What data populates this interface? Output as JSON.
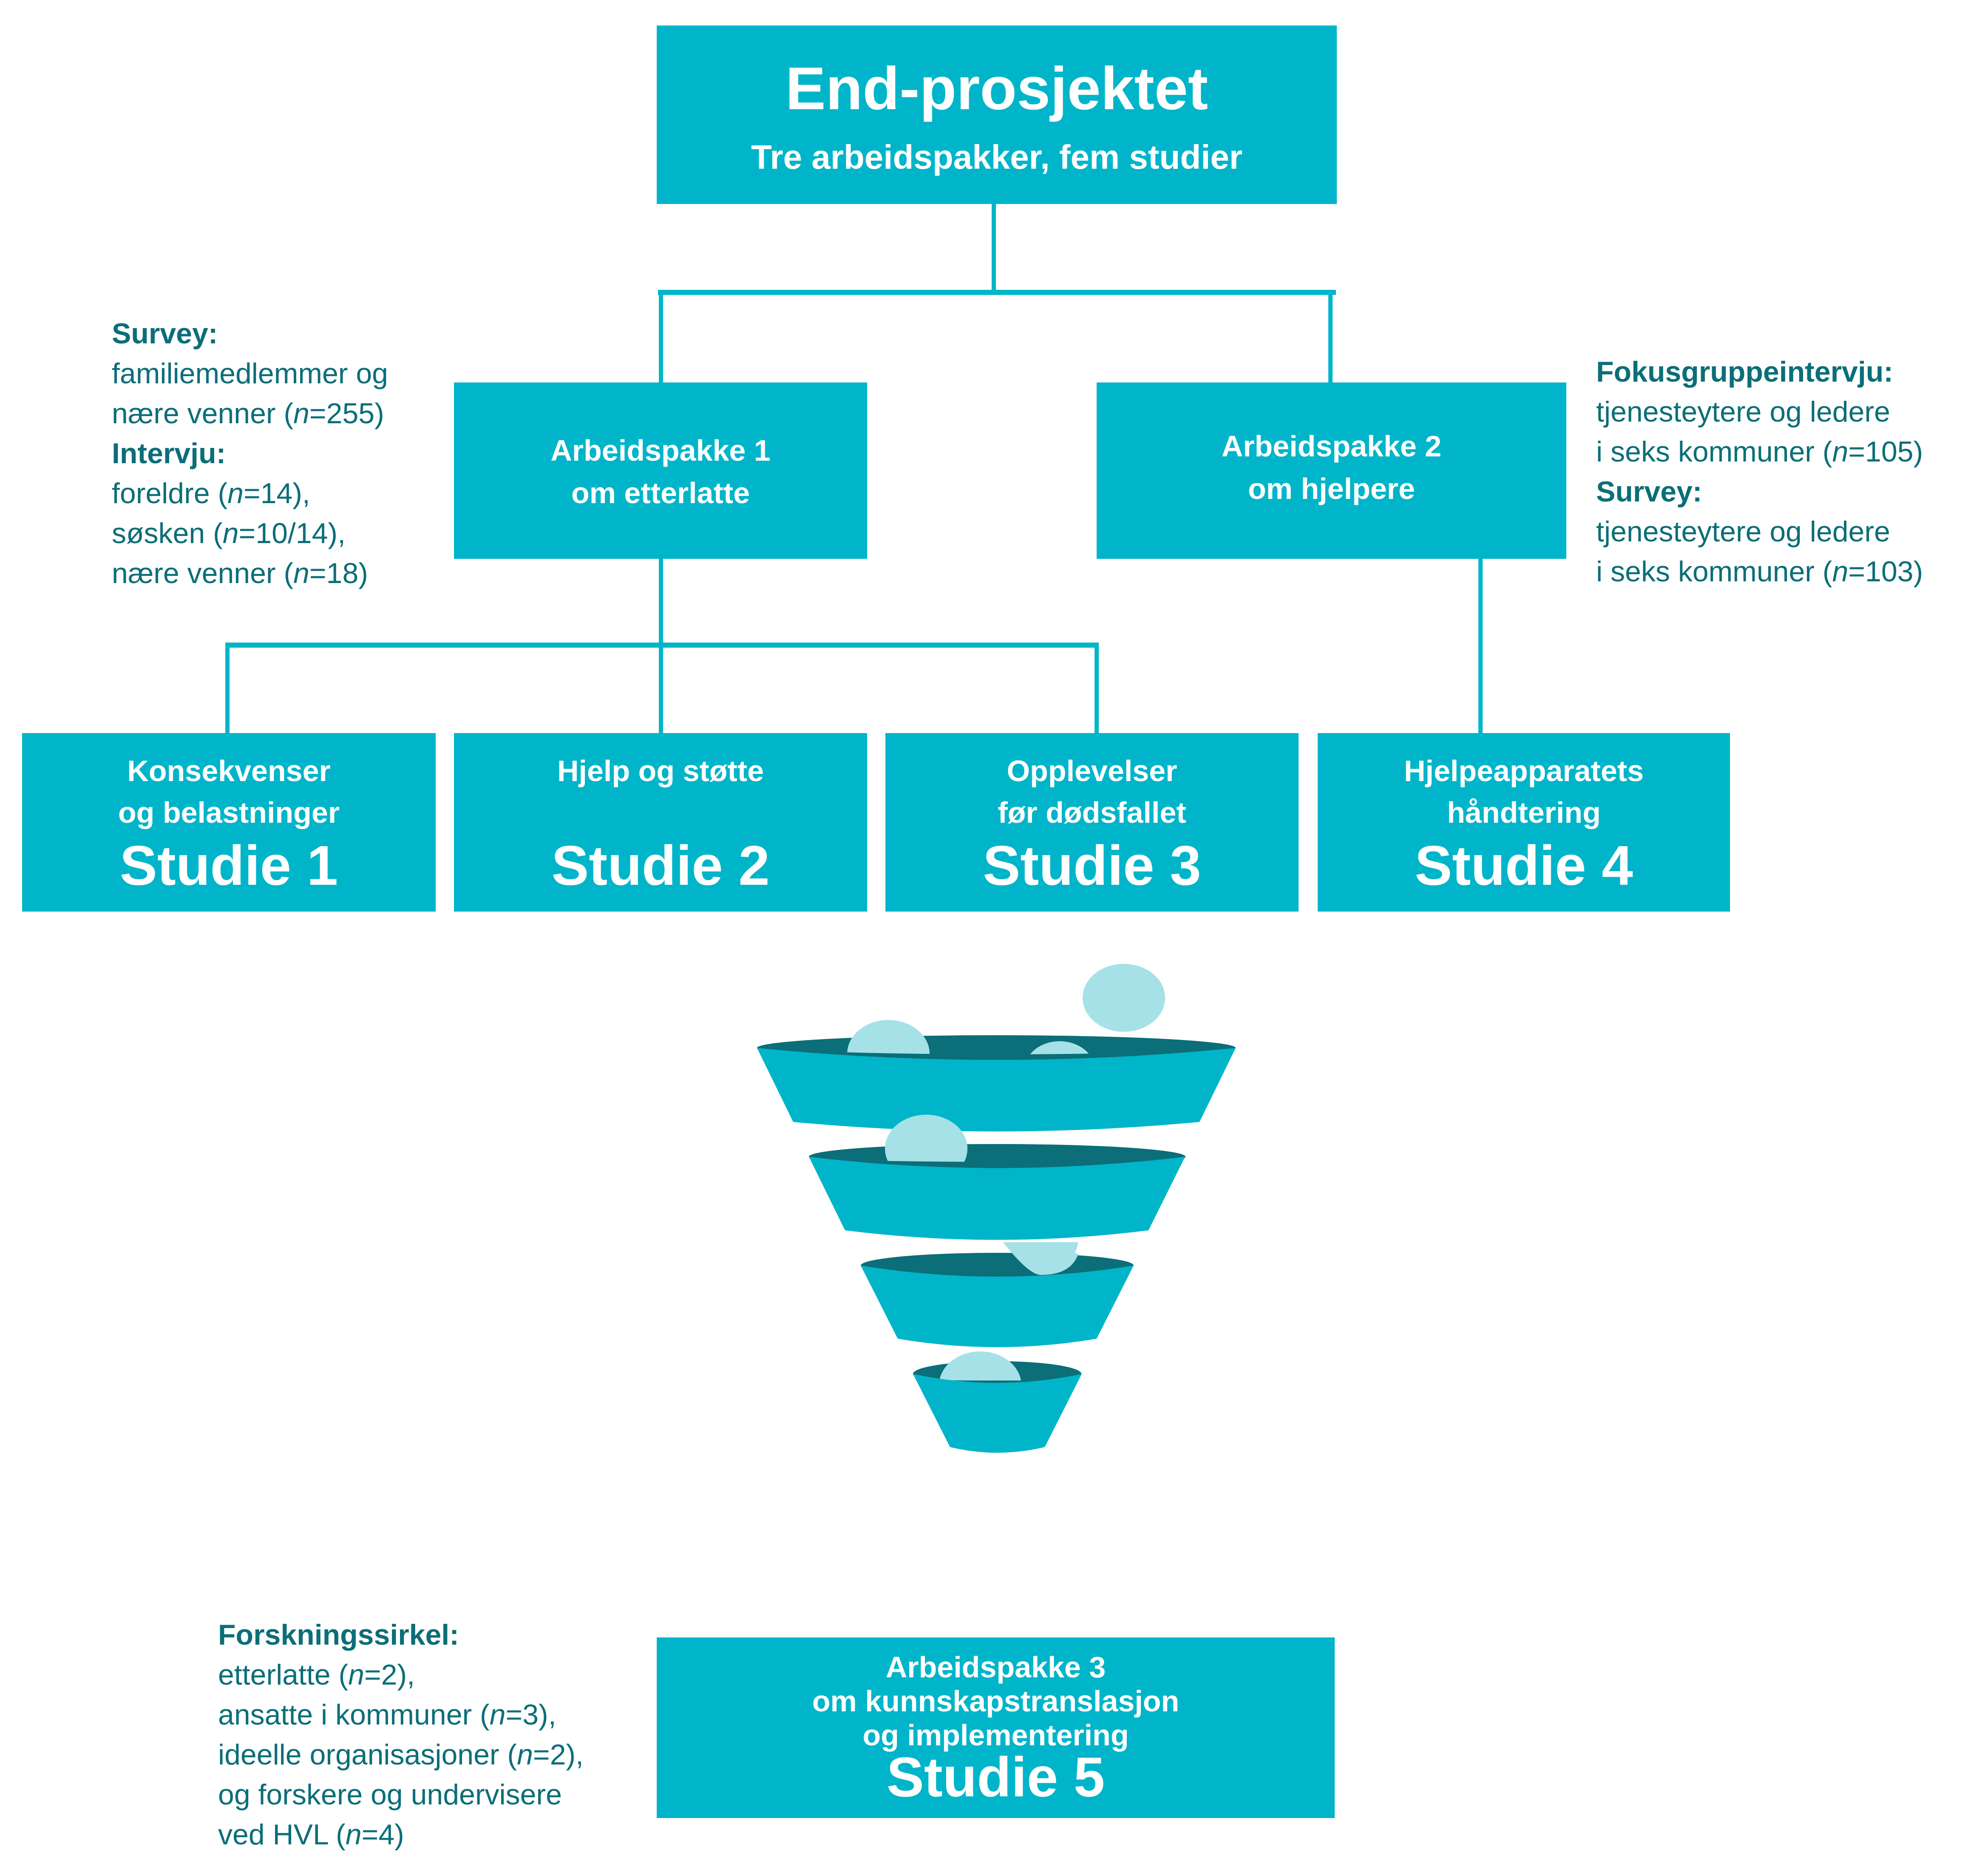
{
  "top": {
    "title": "End-prosjektet",
    "subtitle": "Tre arbeidspakker, fem studier"
  },
  "work_packages": [
    {
      "line1": "Arbeidspakke 1",
      "line2": "om etterlatte"
    },
    {
      "line1": "Arbeidspakke 2",
      "line2": "om hjelpere"
    }
  ],
  "studies": [
    {
      "desc1": "Konsekvenser",
      "desc2": "og belastninger",
      "label": "Studie 1"
    },
    {
      "desc1": "Hjelp og støtte",
      "desc2": "",
      "label": "Studie 2"
    },
    {
      "desc1": "Opplevelser",
      "desc2": "før dødsfallet",
      "label": "Studie 3"
    },
    {
      "desc1": "Hjelpeapparatets",
      "desc2": "håndtering",
      "label": "Studie 4"
    }
  ],
  "study5": {
    "line1": "Arbeidspakke 3",
    "line2": "om kunnskapstranslasjon",
    "line3": "og implementering",
    "label": "Studie 5"
  },
  "notes_left": {
    "survey_heading": "Survey:",
    "survey_l1": "familiemedlemmer og",
    "survey_l2_pre": "nære venner (",
    "survey_l2_n": "n",
    "survey_l2_post": "=255)",
    "interview_heading": "Intervju:",
    "iv1_pre": "foreldre (",
    "iv1_n": "n",
    "iv1_post": "=14),",
    "iv2_pre": "søsken (",
    "iv2_n": "n",
    "iv2_post": "=10/14),",
    "iv3_pre": "nære venner (",
    "iv3_n": "n",
    "iv3_post": "=18)"
  },
  "notes_right": {
    "focus_heading": "Fokusgruppeintervju:",
    "focus_l1": "tjenesteytere og ledere",
    "focus_l2_pre": "i seks kommuner (",
    "focus_l2_n": "n",
    "focus_l2_post": "=105)",
    "survey_heading": "Survey:",
    "survey_l1": "tjenesteytere og ledere",
    "survey_l2_pre": "i seks kommuner (",
    "survey_l2_n": "n",
    "survey_l2_post": "=103)"
  },
  "notes_bottom": {
    "heading": "Forskningssirkel:",
    "l1_pre": "etterlatte (",
    "l1_n": "n",
    "l1_post": "=2),",
    "l2_pre": "ansatte i kommuner (",
    "l2_n": "n",
    "l2_post": "=3),",
    "l3_pre": "ideelle organisasjoner (",
    "l3_n": "n",
    "l3_post": "=2),",
    "l4": "og forskere og undervisere",
    "l5_pre": "ved HVL (",
    "l5_n": "n",
    "l5_post": "=4)"
  },
  "colors": {
    "box": "#00b5c9",
    "text_dark": "#0b6e78",
    "funnel_rim": "#0b6e78",
    "ball": "#a6e1e8"
  }
}
